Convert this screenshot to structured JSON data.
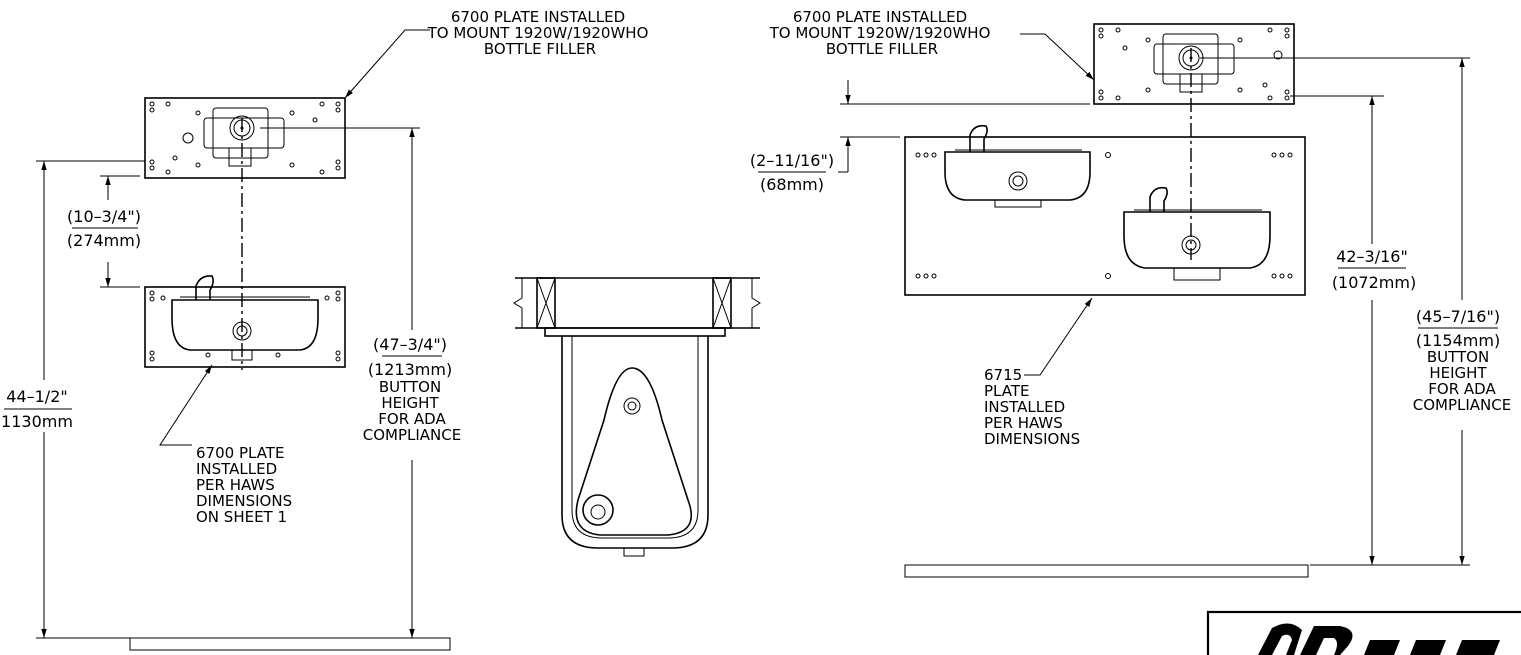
{
  "left": {
    "top_callout": [
      "6700 PLATE INSTALLED",
      "TO MOUNT 1920W/1920WHO",
      "BOTTLE FILLER"
    ],
    "gap_dim": [
      "(10–3/4\")",
      "(274mm)"
    ],
    "mid_dim": [
      "(47–3/4\")",
      "(1213mm)",
      "BUTTON",
      "HEIGHT",
      "FOR ADA",
      "COMPLIANCE"
    ],
    "floor_dim": [
      "44–1/2\"",
      "1130mm"
    ],
    "plate_callout": [
      "6700 PLATE",
      "INSTALLED",
      "PER HAWS",
      "DIMENSIONS",
      "ON SHEET 1"
    ]
  },
  "right": {
    "top_callout": [
      "6700 PLATE INSTALLED",
      "TO MOUNT 1920W/1920WHO",
      "BOTTLE FILLER"
    ],
    "gap_dim": [
      "(2–11/16\")",
      "(68mm)"
    ],
    "mid_dim": [
      "42–3/16\"",
      "(1072mm)"
    ],
    "far_dim": [
      "(45–7/16\")",
      "(1154mm)",
      "BUTTON",
      "HEIGHT",
      "FOR ADA",
      "COMPLIANCE"
    ],
    "plate_callout": [
      "6715",
      "PLATE",
      "INSTALLED",
      "PER HAWS",
      "DIMENSIONS"
    ]
  },
  "logo_text": "Haws"
}
